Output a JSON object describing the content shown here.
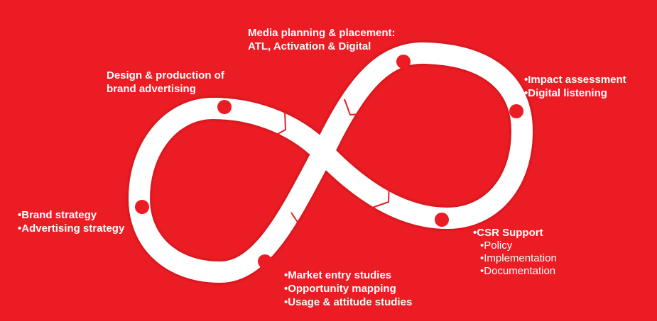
{
  "colors": {
    "background": "#ec1c24",
    "band": "#ffffff",
    "node": "#ec1c24"
  },
  "stages": {
    "media": {
      "lines": [
        "Media planning & placement:",
        "ATL, Activation & Digital"
      ]
    },
    "design": {
      "lines": [
        "Design & production of",
        "brand advertising"
      ]
    },
    "impact": {
      "lines": [
        "•Impact assessment",
        "•Digital listening"
      ]
    },
    "brand": {
      "lines": [
        "•Brand strategy",
        "•Advertising strategy"
      ]
    },
    "csr": {
      "title": "•CSR Support",
      "items": [
        "•Policy",
        "•Implementation",
        "•Documentation"
      ]
    },
    "market": {
      "lines": [
        "•Market entry studies",
        "•Opportunity mapping",
        "•Usage & attitude studies"
      ]
    }
  }
}
